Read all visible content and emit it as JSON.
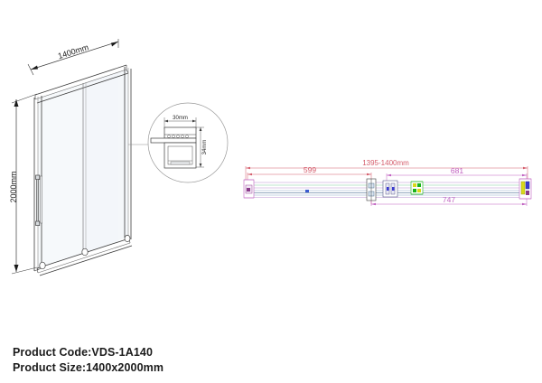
{
  "drawing": {
    "title_block": {
      "product_code_label": "Product Code:VDS-1A140",
      "product_size_label": "Product Size:1400x2000mm"
    },
    "elevation_view": {
      "name": "isometric-shower-door",
      "width_dimension": "1400mm",
      "height_dimension": "2000mm",
      "parts": {
        "handle": "vertical-bar-handle",
        "fixed_panel": "fixed-glass-panel",
        "sliding_panel": "sliding-glass-panel",
        "top_rail": "top-track-rail",
        "bottom_rail": "bottom-track-rail",
        "rollers": "roller-guides"
      }
    },
    "detail_callout": {
      "name": "profile-section-detail",
      "width_dimension": "30mm",
      "height_dimension": "34mm"
    },
    "plan_view": {
      "name": "top-plan-section",
      "overall_dimension": "1395-1400mm",
      "left_dimension": "599",
      "right_dimension": "681",
      "lower_dimension": "747"
    },
    "colors": {
      "line": "#3c3c3c",
      "light_line": "#9a9a9a",
      "dim_red": "#d45b6a",
      "dim_magenta": "#c060c0",
      "glass": "#f4f7f9",
      "green": "#19b319",
      "yellow": "#d8d819",
      "blue": "#3a3ad0",
      "text": "#1b1b1b"
    }
  }
}
